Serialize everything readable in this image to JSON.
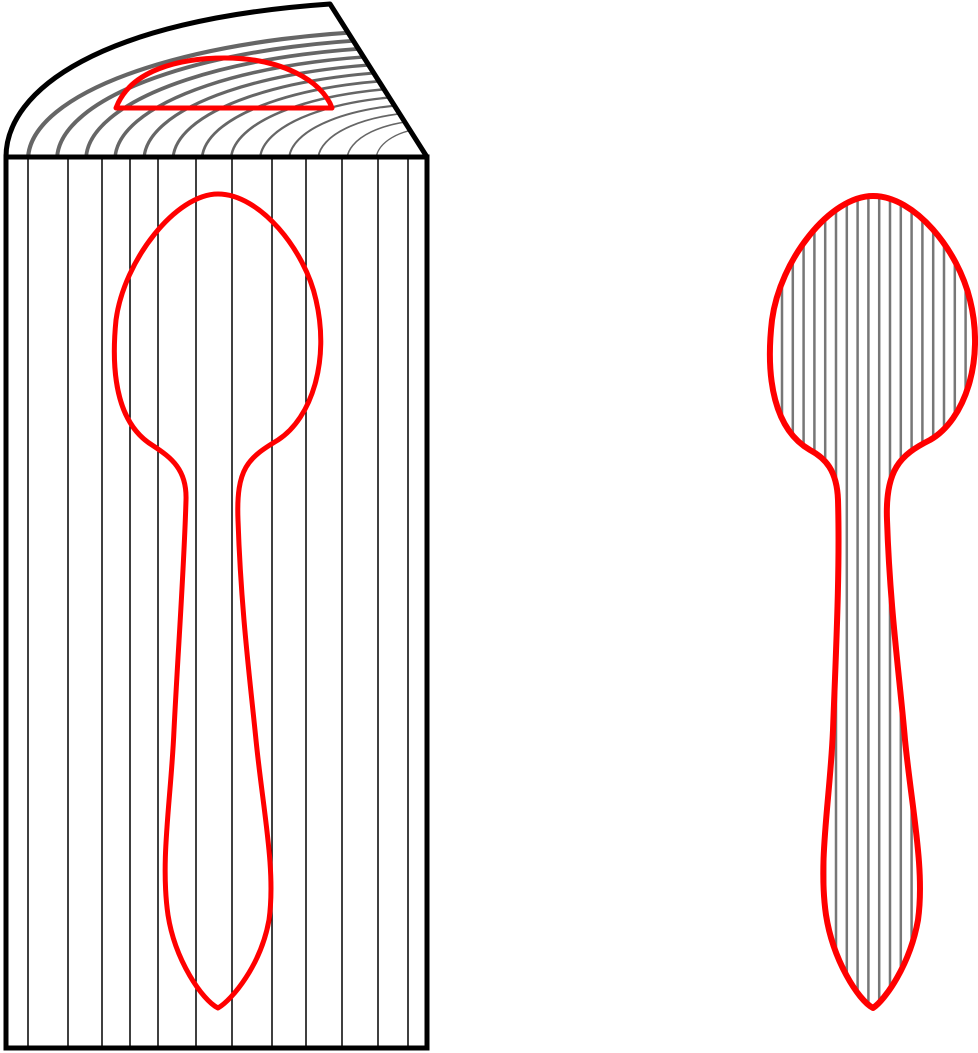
{
  "diagram": {
    "colors": {
      "background": "#ffffff",
      "outline": "#000000",
      "spoon_outline": "#ff0000",
      "grain_rings": "#666666",
      "grain_lines": "#000000",
      "spoon_grain": "#777777"
    },
    "parts": [
      "wood-log-block",
      "spoon-outline-on-log-face",
      "spoon-outline-on-end-grain",
      "carved-spoon"
    ]
  }
}
